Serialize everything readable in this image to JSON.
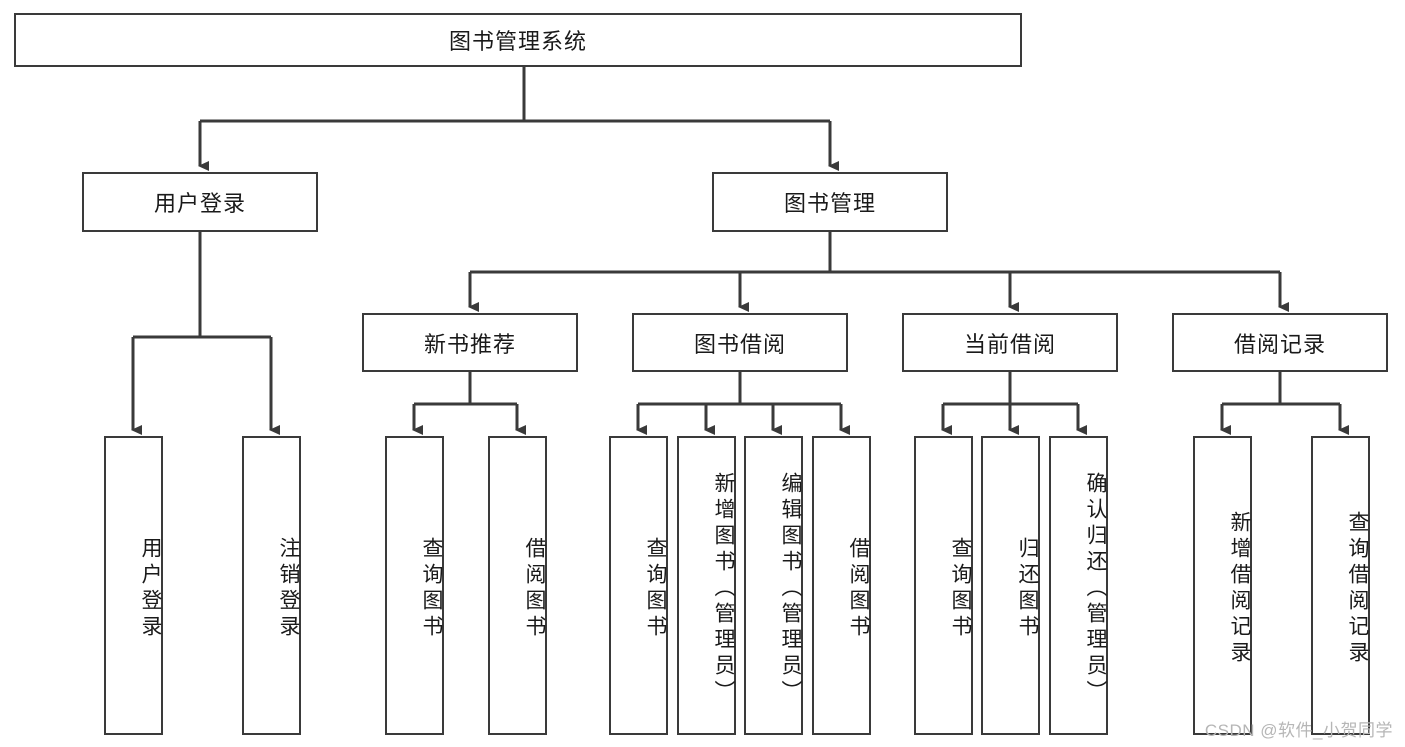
{
  "diagram": {
    "title": "图书管理系统",
    "type": "functional-structure-tree",
    "root": {
      "id": "root",
      "label": "图书管理系统"
    },
    "level2": [
      {
        "id": "user-login",
        "label": "用户登录"
      },
      {
        "id": "book-manage",
        "label": "图书管理"
      }
    ],
    "level3": [
      {
        "id": "new-book-recommend",
        "label": "新书推荐",
        "parent": "book-manage"
      },
      {
        "id": "book-borrow",
        "label": "图书借阅",
        "parent": "book-manage"
      },
      {
        "id": "current-borrow",
        "label": "当前借阅",
        "parent": "book-manage"
      },
      {
        "id": "borrow-record",
        "label": "借阅记录",
        "parent": "book-manage"
      }
    ],
    "leaves": [
      {
        "id": "leaf-user-login",
        "label": "用户登录",
        "parent": "user-login"
      },
      {
        "id": "leaf-logout-login",
        "label": "注销登录",
        "parent": "user-login"
      },
      {
        "id": "leaf-query-book-1",
        "label": "查询图书",
        "parent": "new-book-recommend"
      },
      {
        "id": "leaf-borrow-book-1",
        "label": "借阅图书",
        "parent": "new-book-recommend"
      },
      {
        "id": "leaf-query-book-2",
        "label": "查询图书",
        "parent": "book-borrow"
      },
      {
        "id": "leaf-add-book",
        "label": "新增图书（管理员）",
        "parent": "book-borrow"
      },
      {
        "id": "leaf-edit-book",
        "label": "编辑图书（管理员）",
        "parent": "book-borrow"
      },
      {
        "id": "leaf-borrow-book-2",
        "label": "借阅图书",
        "parent": "book-borrow"
      },
      {
        "id": "leaf-query-book-3",
        "label": "查询图书",
        "parent": "current-borrow"
      },
      {
        "id": "leaf-return-book",
        "label": "归还图书",
        "parent": "current-borrow"
      },
      {
        "id": "leaf-confirm-return",
        "label": "确认归还（管理员）",
        "parent": "current-borrow"
      },
      {
        "id": "leaf-add-record",
        "label": "新增借阅记录",
        "parent": "borrow-record"
      },
      {
        "id": "leaf-query-record",
        "label": "查询借阅记录",
        "parent": "borrow-record"
      }
    ]
  },
  "watermark": "CSDN @软件_小贺同学",
  "colors": {
    "stroke": "#3a3a3a",
    "text": "#1a1a1a",
    "background": "#ffffff",
    "watermark": "#b6b6b6"
  }
}
